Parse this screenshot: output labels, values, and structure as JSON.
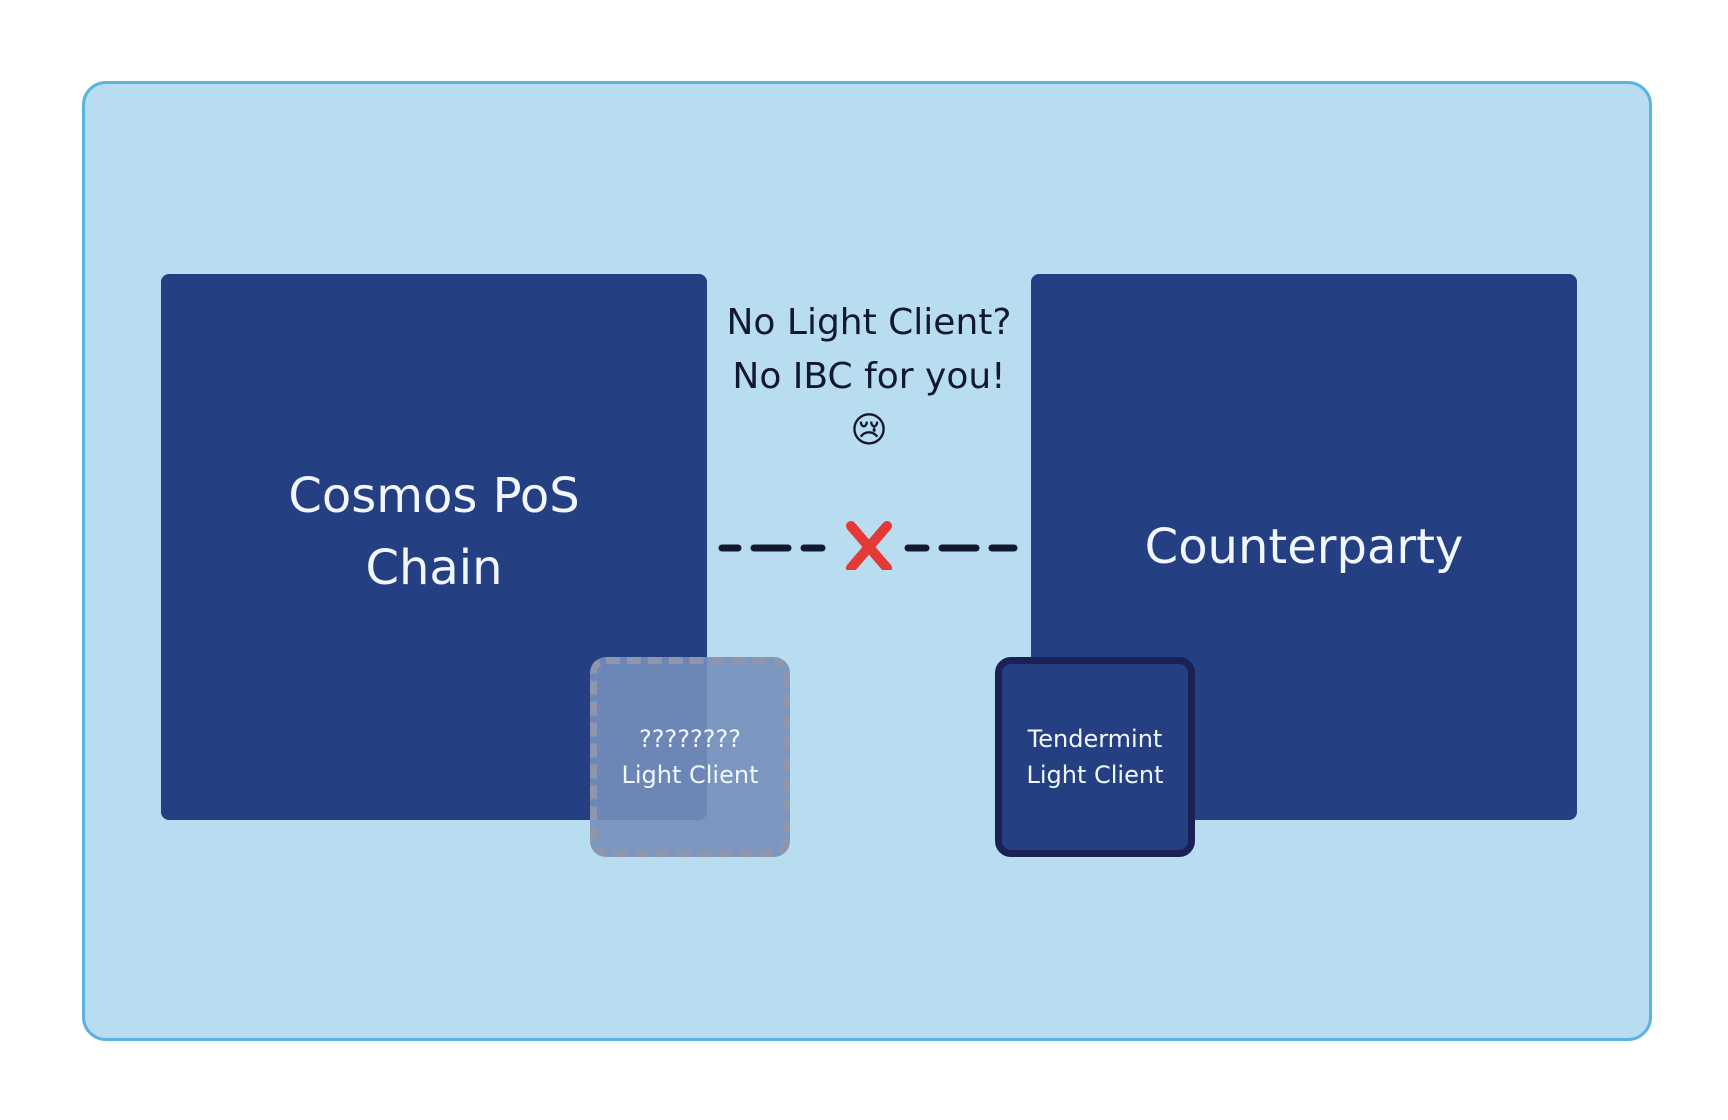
{
  "diagram": {
    "left_chain": {
      "label": "Cosmos PoS\nChain"
    },
    "right_chain": {
      "label": "Counterparty"
    },
    "caption": {
      "line1": "No Light Client?",
      "line2": "No IBC for you!",
      "emoji": "😢"
    },
    "connection": {
      "status_icon": "cross-mark-icon",
      "status_glyph": "❌"
    },
    "unknown_light_client": {
      "line1": "????????",
      "line2": "Light Client"
    },
    "tendermint_light_client": {
      "line1": "Tendermint",
      "line2": "Light Client"
    }
  },
  "colors": {
    "frame_fill": "#b9ddf0",
    "frame_border": "#5ab3e0",
    "chain_fill": "#243f82",
    "unknown_client_fill": "#748fba",
    "unknown_client_border": "#8f96ac",
    "tendermint_border": "#1b2155",
    "connector_dash": "#12182f",
    "cross_red": "#e53935"
  }
}
